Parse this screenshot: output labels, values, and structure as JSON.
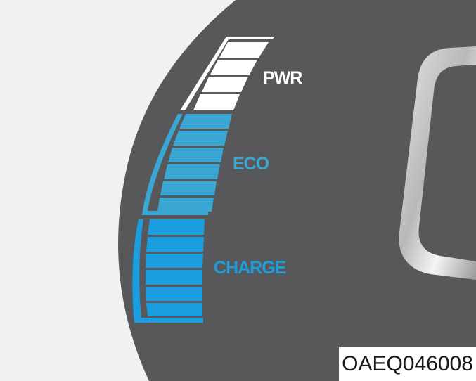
{
  "gauge": {
    "zones": [
      {
        "key": "pwr",
        "label": "PWR",
        "color": "#ffffff",
        "segments": 4
      },
      {
        "key": "eco",
        "label": "ECO",
        "color": "#3aa6d3",
        "segments": 6
      },
      {
        "key": "charge",
        "label": "CHARGE",
        "color": "#1a9ee0",
        "segments": 6
      }
    ]
  },
  "colors": {
    "cluster_face": "#58585a",
    "background": "#f1f1f1",
    "bezel": "#c9c9c9"
  },
  "figure_code": "OAEQ046008"
}
